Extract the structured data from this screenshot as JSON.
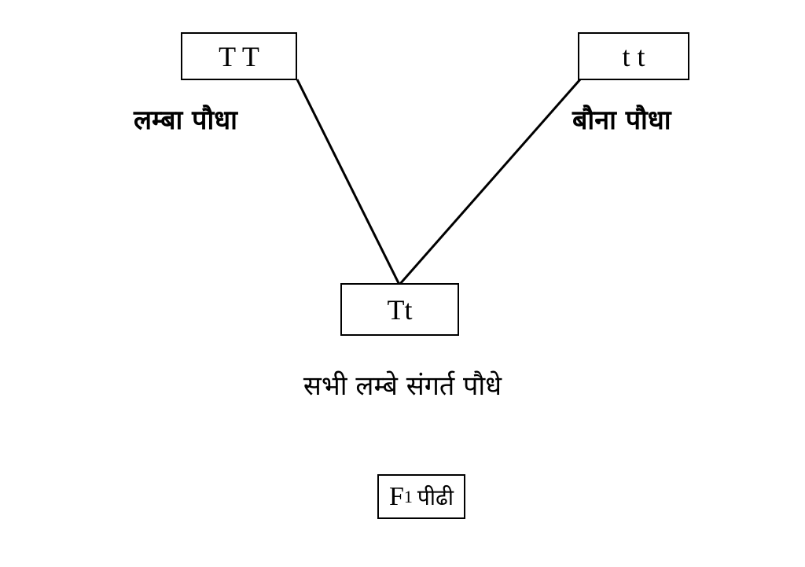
{
  "parents": {
    "tall": {
      "genotype": "T T",
      "label": "लम्बा पौधा"
    },
    "dwarf": {
      "genotype": "t t",
      "label": "बौना पौधा"
    }
  },
  "offspring": {
    "genotype": "Tt",
    "description": "सभी लम्बे संगर्त पौधे"
  },
  "generation": {
    "symbol": "F",
    "subscript": "1",
    "label": "पीढी"
  }
}
